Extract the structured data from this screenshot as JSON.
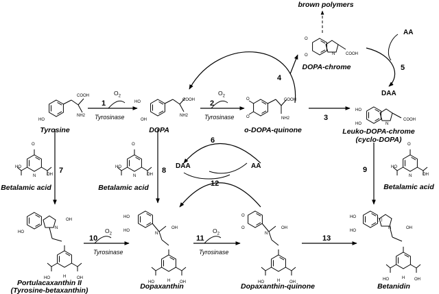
{
  "compounds": {
    "tyrosine": "Tyrosine",
    "dopa": "DOPA",
    "o_dopa_quinone": "o-DOPA-quinone",
    "dopa_chrome": "DOPA-chrome",
    "brown_polymers": "brown polymers",
    "leuko_line1": "Leuko-DOPA-chrome",
    "leuko_line2": "(cyclo-DOPA)",
    "betalamic_acid": "Betalamic acid",
    "portulacaxanthin_line1": "Portulacaxanthin II",
    "portulacaxanthin_line2": "(Tyrosine-betaxanthin)",
    "dopaxanthin": "Dopaxanthin",
    "dopaxanthin_quinone": "Dopaxanthin-quinone",
    "betanidin": "Betanidin"
  },
  "steps": [
    "1",
    "2",
    "3",
    "4",
    "5",
    "6",
    "7",
    "8",
    "9",
    "10",
    "11",
    "12",
    "13"
  ],
  "enzyme": "Tyrosinase",
  "cosubstrates": {
    "o2": "O",
    "o2_sub": "2",
    "aa": "AA",
    "daa": "DAA"
  },
  "atoms": {
    "ho": "HO",
    "oh": "OH",
    "o": "O",
    "n": "N",
    "h": "H",
    "nh2": "NH2",
    "cooh": "COOH",
    "plus": "(+)"
  }
}
